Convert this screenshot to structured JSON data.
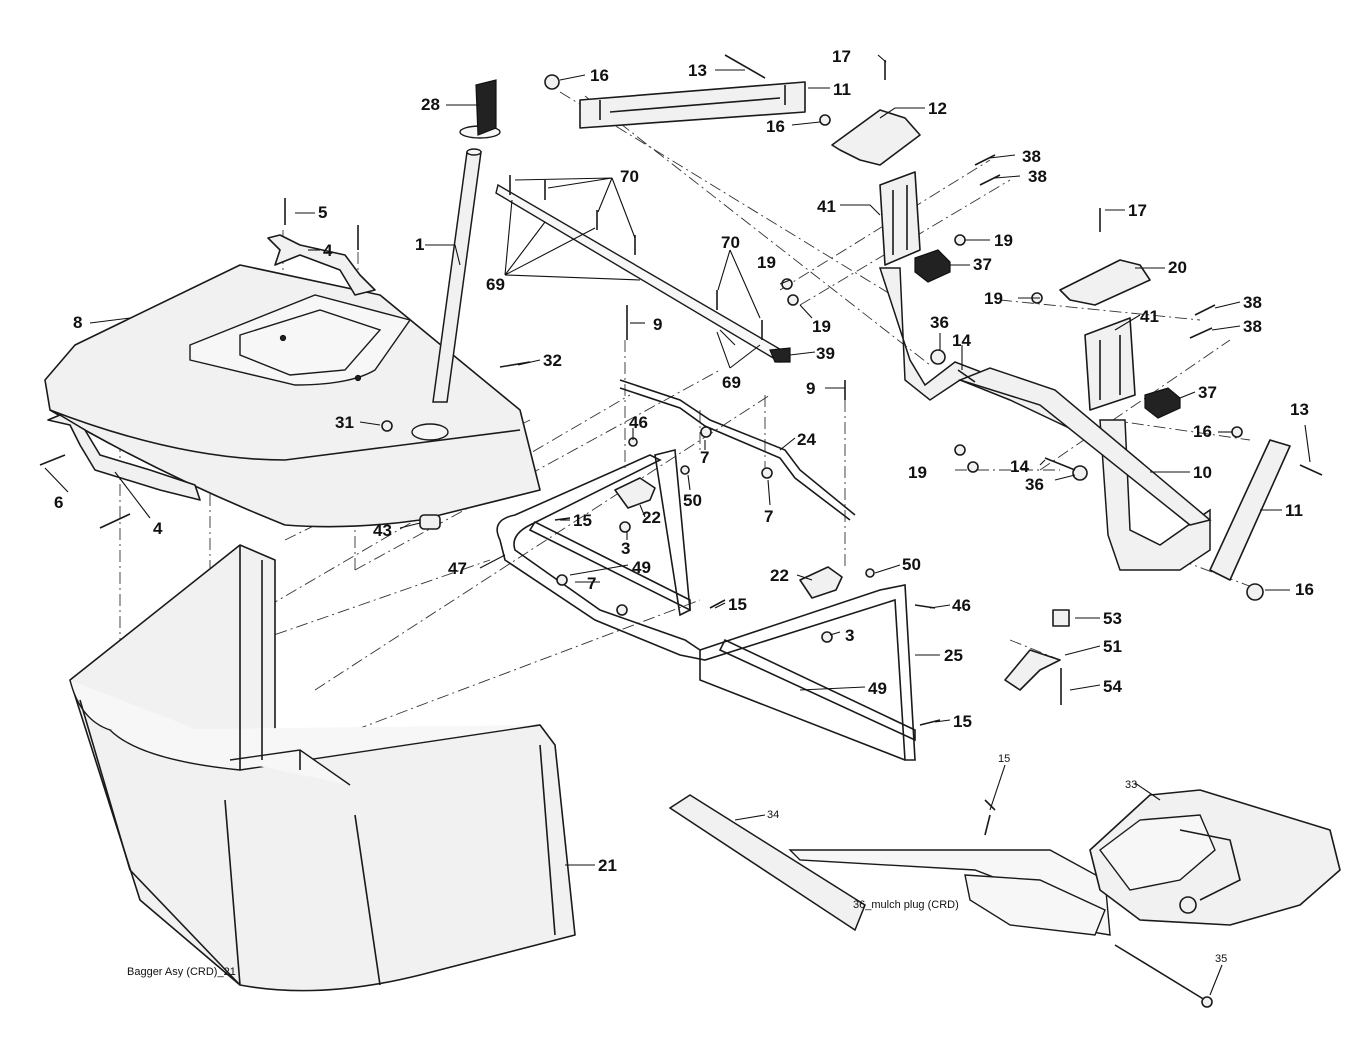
{
  "diagram": {
    "caption_main": "Bagger Asy (CRD)_21",
    "caption_inset": "36_mulch plug (CRD)",
    "callouts": {
      "c1": "1",
      "c3a": "3",
      "c3b": "3",
      "c4a": "4",
      "c4b": "4",
      "c5": "5",
      "c6": "6",
      "c7a": "7",
      "c7b": "7",
      "c7c": "7",
      "c8": "8",
      "c9a": "9",
      "c9b": "9",
      "c10": "10",
      "c11a": "11",
      "c11b": "11",
      "c12": "12",
      "c13a": "13",
      "c13b": "13",
      "c14a": "14",
      "c14b": "14",
      "c15a": "15",
      "c15b": "15",
      "c15c": "15",
      "c15d": "15",
      "c16a": "16",
      "c16b": "16",
      "c16c": "16",
      "c16d": "16",
      "c17a": "17",
      "c17b": "17",
      "c19a": "19",
      "c19b": "19",
      "c19c": "19",
      "c19d": "19",
      "c19e": "19",
      "c20": "20",
      "c21": "21",
      "c22a": "22",
      "c22b": "22",
      "c24": "24",
      "c25": "25",
      "c28": "28",
      "c31": "31",
      "c32": "32",
      "c33": "33",
      "c34": "34",
      "c35": "35",
      "c36a": "36",
      "c36b": "36",
      "c37a": "37",
      "c37b": "37",
      "c38a": "38",
      "c38b": "38",
      "c38c": "38",
      "c38d": "38",
      "c39": "39",
      "c41a": "41",
      "c41b": "41",
      "c43": "43",
      "c46a": "46",
      "c46b": "46",
      "c47": "47",
      "c49a": "49",
      "c49b": "49",
      "c50a": "50",
      "c50b": "50",
      "c51": "51",
      "c53": "53",
      "c54": "54",
      "c69a": "69",
      "c69b": "69",
      "c70a": "70",
      "c70b": "70"
    }
  }
}
